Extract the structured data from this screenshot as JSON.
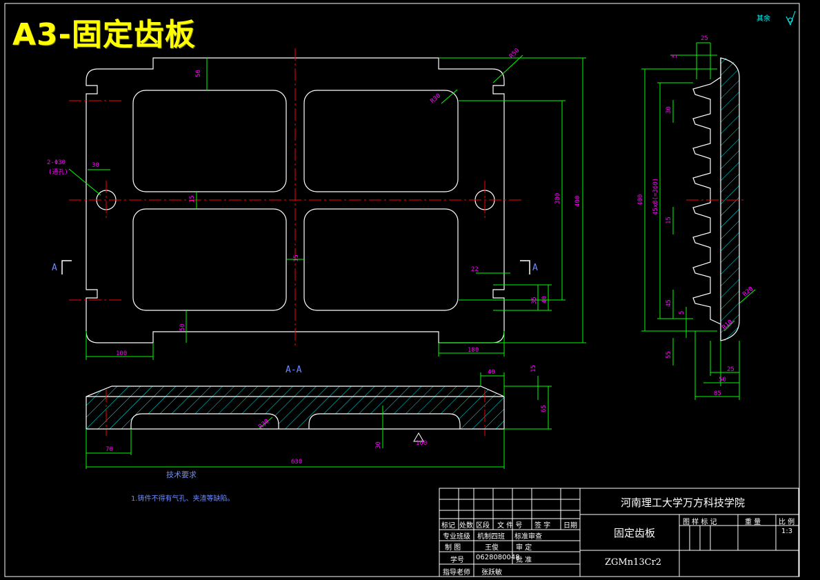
{
  "header": {
    "title": "A3-固定齿板",
    "surface_note": "其余"
  },
  "views": {
    "section_label": "A-A",
    "section_mark_left": "A",
    "section_mark_right": "A"
  },
  "dimensions": {
    "plan": {
      "top_offset": "50",
      "r50": "R50",
      "r30": "R30",
      "hole_spec": "2-Φ30",
      "hole_note": "(通孔)",
      "hole_offset": "30",
      "rib_v": "15",
      "rib_h": "15",
      "h380": "380",
      "h400": "400",
      "bottom_offset": "50",
      "b100": "100",
      "b180": "180",
      "slot22": "22",
      "slot35": "35",
      "slot40": "40"
    },
    "side": {
      "d25_top": "25",
      "d5_top": "5",
      "d400": "400",
      "d45x8": "45x8(=360)",
      "d30": "30",
      "d15": "15",
      "d45": "45",
      "d5": "5",
      "d55": "55",
      "d25_bot": "25",
      "d50": "50",
      "d85": "85",
      "r20": "R20",
      "r10": "R10"
    },
    "section": {
      "d40": "40",
      "d15": "15",
      "d65": "65",
      "r30": "R30",
      "d30": "30",
      "ra100": "100",
      "d70": "70",
      "d630": "630"
    }
  },
  "notes": {
    "heading": "技术要求",
    "items": [
      "1.铸件不得有气孔、夹渣等缺陷。"
    ]
  },
  "title_block": {
    "institution": "河南理工大学万方科技学院",
    "part_name": "固定齿板",
    "material": "ZGMn13Cr2",
    "header_labels": [
      "标记",
      "处数",
      "区段",
      "文 件 号",
      "签  字",
      "日期"
    ],
    "row_major": [
      "专业班级",
      "机制四班",
      "标准审查"
    ],
    "row_draw": [
      "制    图",
      "王俊",
      "审    定"
    ],
    "row_id": [
      "学号",
      "0628080048",
      "批    准"
    ],
    "row_advisor": [
      "指导老师",
      "张跃敏"
    ],
    "right_headers": [
      "图 样 标 记",
      "重  量",
      "比 例"
    ],
    "scale": "1:3"
  },
  "colors": {
    "outline": "#ffffff",
    "dimension": "#00ff00",
    "dim_text": "#ff00ff",
    "hatch": "#00ffff",
    "center": "#ff0000",
    "title": "#ffff00"
  }
}
